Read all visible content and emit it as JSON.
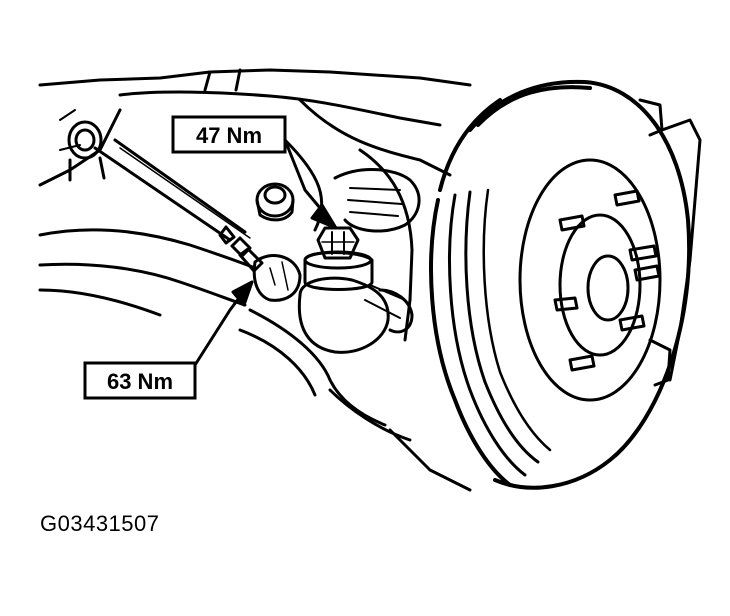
{
  "callouts": {
    "upper_torque": "47 Nm",
    "lower_torque": "63 Nm"
  },
  "figure_id": "G03431507",
  "colors": {
    "ink": "#000000",
    "paper": "#ffffff"
  }
}
